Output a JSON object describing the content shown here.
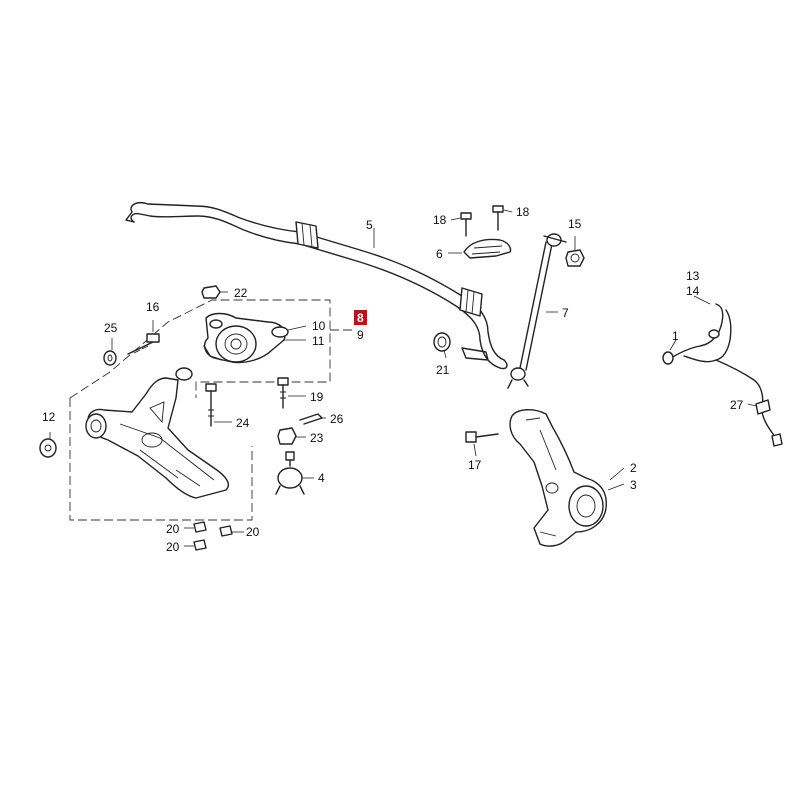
{
  "diagram": {
    "highlight_color": "#b8141a",
    "callouts": {
      "c1": "1",
      "c2": "2",
      "c3": "3",
      "c4": "4",
      "c5": "5",
      "c6": "6",
      "c7": "7",
      "c8": "8",
      "c9": "9",
      "c10": "10",
      "c11": "11",
      "c12": "12",
      "c13": "13",
      "c14": "14",
      "c15": "15",
      "c16": "16",
      "c17": "17",
      "c18a": "18",
      "c18b": "18",
      "c19": "19",
      "c20a": "20",
      "c20b": "20",
      "c20c": "20",
      "c21": "21",
      "c22": "22",
      "c23": "23",
      "c24": "24",
      "c25": "25",
      "c26": "26",
      "c27": "27"
    }
  }
}
